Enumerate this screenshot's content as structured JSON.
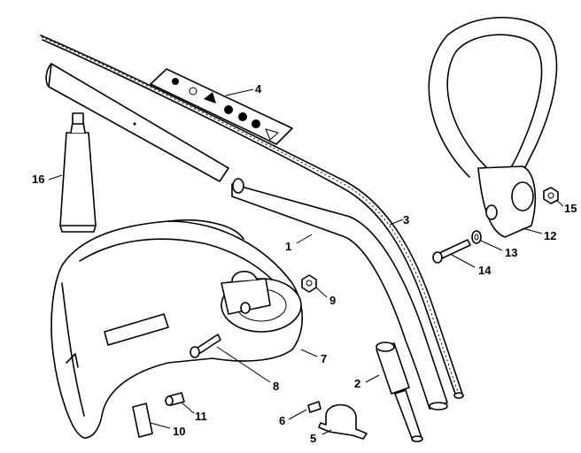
{
  "diagram": {
    "labels": [
      {
        "id": "p1",
        "text": "1"
      },
      {
        "id": "p2",
        "text": "2"
      },
      {
        "id": "p3",
        "text": "3"
      },
      {
        "id": "p4",
        "text": "4"
      },
      {
        "id": "p5",
        "text": "5"
      },
      {
        "id": "p6",
        "text": "6"
      },
      {
        "id": "p7",
        "text": "7"
      },
      {
        "id": "p8",
        "text": "8"
      },
      {
        "id": "p9",
        "text": "9"
      },
      {
        "id": "p10",
        "text": "10"
      },
      {
        "id": "p11",
        "text": "11"
      },
      {
        "id": "p12",
        "text": "12"
      },
      {
        "id": "p13",
        "text": "13"
      },
      {
        "id": "p14",
        "text": "14"
      },
      {
        "id": "p15",
        "text": "15"
      },
      {
        "id": "p16",
        "text": "16"
      }
    ]
  }
}
